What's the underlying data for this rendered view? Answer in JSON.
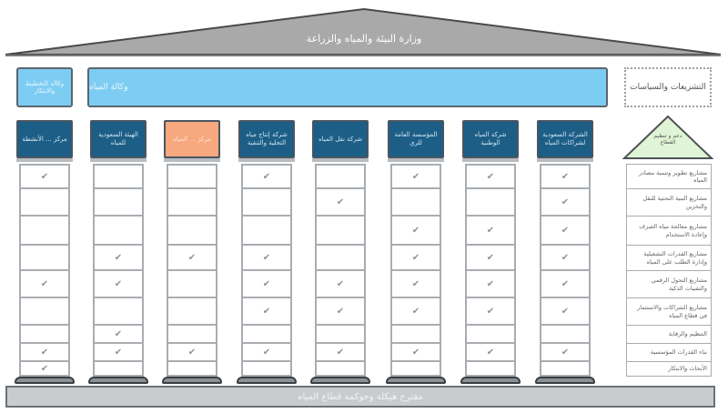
{
  "roof": {
    "title": "وزارة البيئة والمياه والزراعة"
  },
  "top_row": {
    "planning_agency": "وكالة التخطيط والابتكار",
    "water_agency": "وكالة المياه",
    "legislation_box": "التشريعات والسياسات"
  },
  "triangle": {
    "label": "دعم و تنظيم القطاع"
  },
  "columns": [
    {
      "label": "مركز ... الأنشطة",
      "color": "#1d5e86",
      "checks": [
        true,
        false,
        false,
        false,
        true,
        false,
        false,
        true,
        true
      ]
    },
    {
      "label": "الهيئة السعودية للمياه",
      "color": "#1d5e86",
      "checks": [
        false,
        false,
        false,
        true,
        true,
        false,
        true,
        true,
        false
      ]
    },
    {
      "label": "مركز ... المياه",
      "color": "#f8a87f",
      "checks": [
        false,
        false,
        false,
        true,
        false,
        false,
        false,
        true,
        false
      ]
    },
    {
      "label": "شركة إنتاج مياه التحلية والتنقية",
      "color": "#1d5e86",
      "checks": [
        true,
        false,
        false,
        true,
        true,
        true,
        false,
        true,
        false
      ]
    },
    {
      "label": "شركة نقل المياه",
      "color": "#1d5e86",
      "checks": [
        false,
        true,
        false,
        false,
        true,
        true,
        false,
        true,
        false
      ]
    },
    {
      "label": "المؤسسة العامة للري",
      "color": "#1d5e86",
      "checks": [
        true,
        false,
        true,
        true,
        true,
        true,
        false,
        true,
        false
      ]
    },
    {
      "label": "شركة المياه الوطنية",
      "color": "#1d5e86",
      "checks": [
        true,
        false,
        true,
        true,
        true,
        true,
        false,
        true,
        false
      ]
    },
    {
      "label": "الشركة السعودية لشراكات المياه",
      "color": "#1d5e86",
      "checks": [
        true,
        true,
        true,
        true,
        true,
        true,
        false,
        true,
        false
      ]
    }
  ],
  "rows": [
    {
      "label": "مشاريع تطوير وتنمية مصادر المياه",
      "height": 28
    },
    {
      "label": "مشاريع البنية التحتية للنقل والتخزين",
      "height": 30
    },
    {
      "label": "مشاريع معالجة مياه الصرف وإعادة الاستخدام",
      "height": 32
    },
    {
      "label": "مشاريع القدرات التشغيلية وإدارة الطلب على المياه",
      "height": 28
    },
    {
      "label": "مشاريع التحول الرقمي والتقنيات الذكية",
      "height": 30
    },
    {
      "label": "مشاريع الشراكات والاستثمار في قطاع المياه",
      "height": 30
    },
    {
      "label": "التنظيم والرقابة",
      "height": 20
    },
    {
      "label": "بناء القدرات المؤسسية",
      "height": 20
    },
    {
      "label": "الأبحاث والابتكار",
      "height": 16
    }
  ],
  "check_symbol": "✔",
  "base": {
    "label": "مقترح هيكلة وحوكمة قطاع المياه"
  },
  "colors": {
    "roof": "#a9a9a9",
    "agency_bar": "#7dcdf3",
    "entity_header": "#1d5e86",
    "highlight_header": "#f8a87f",
    "triangle": "#dff5d5",
    "base": "#c9cbcd"
  }
}
